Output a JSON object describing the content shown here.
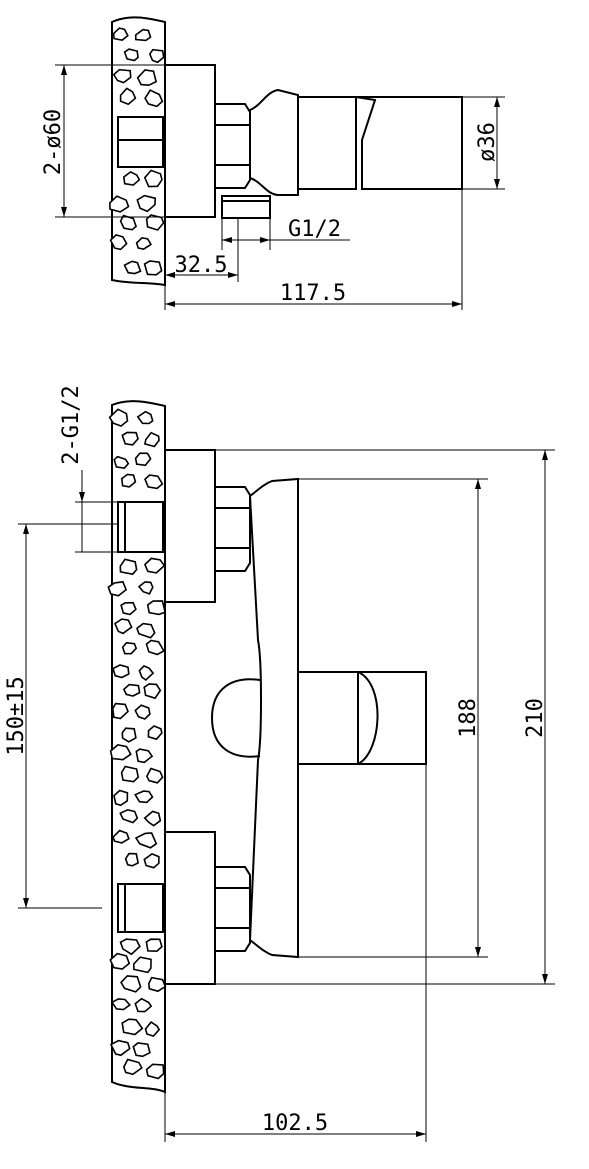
{
  "side_view": {
    "labels": {
      "flange_diameter": "2-ø60",
      "thread": "G1/2",
      "handle_diameter": "ø36",
      "offset_length": "32.5",
      "total_depth": "117.5"
    }
  },
  "front_view": {
    "labels": {
      "inlet_thread": "2-G1/2",
      "inlet_spacing": "150±15",
      "body_height": "188",
      "overall_height": "210",
      "front_depth": "102.5"
    }
  }
}
